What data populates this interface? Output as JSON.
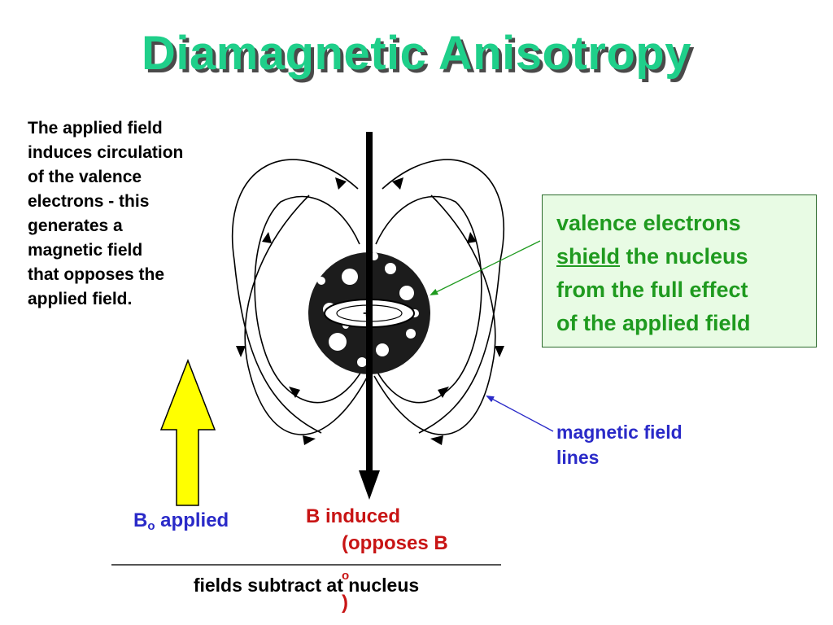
{
  "title": "Diamagnetic Anisotropy",
  "description": {
    "lines": [
      "The applied field",
      "induces circulation",
      "of the valence",
      "electrons - this",
      "generates a",
      "magnetic field",
      "that opposes the",
      "applied field."
    ]
  },
  "callout": {
    "line1": "valence electrons",
    "line2_underlined": "shield",
    "line2_rest": " the nucleus",
    "line3": "from the full effect",
    "line4": "of the applied field"
  },
  "field_lines_label": {
    "line1": "magnetic field",
    "line2": "lines"
  },
  "b0_label": {
    "symbol": "B",
    "subscript": "o",
    "text": " applied"
  },
  "b_induced_label": {
    "line1": "B induced",
    "line2_prefix": "(opposes B",
    "line2_subscript": "o",
    "line2_suffix": ")"
  },
  "nucleus_symbol": "+",
  "footer": "fields subtract at nucleus",
  "colors": {
    "title": "#1fcf8a",
    "callout_text": "#1f9a1f",
    "callout_bg": "#e8fbe4",
    "blue_text": "#2a2ac8",
    "red_text": "#c81414",
    "yellow_arrow": "#ffff00"
  }
}
